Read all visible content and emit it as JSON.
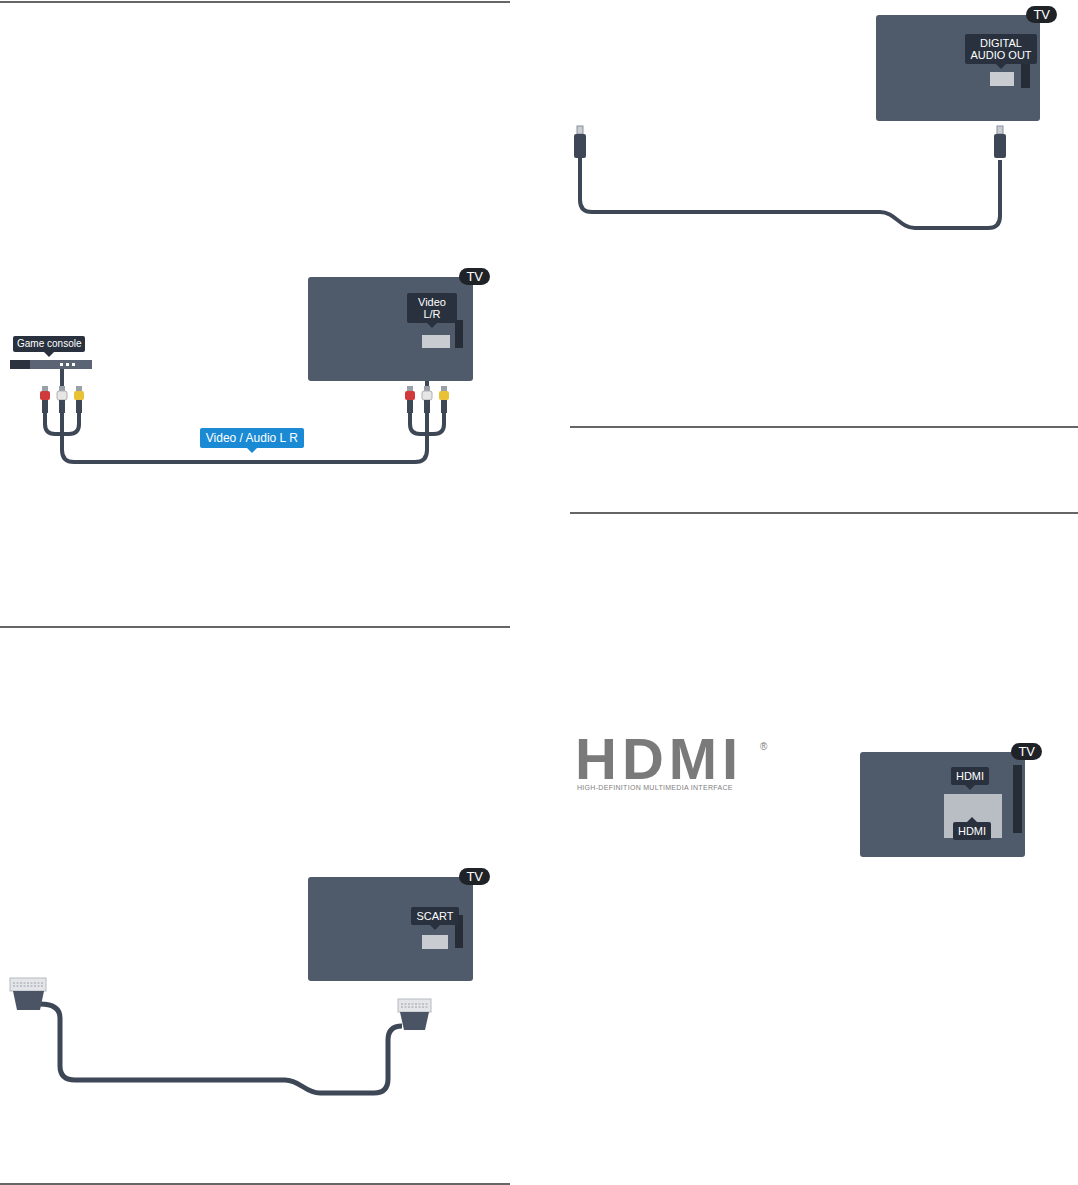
{
  "diagram": {
    "nodes": [
      {
        "text": [
          "Game console"
        ]
      },
      {
        "text": [
          "TV"
        ]
      },
      {
        "text": [
          "Video L/R"
        ],
        "in": 1
      },
      {
        "text": [
          "TV"
        ]
      },
      {
        "text": [
          "SCART"
        ],
        "in": 3
      },
      {
        "text": [
          "TV"
        ]
      },
      {
        "text": [
          "DIGITAL AUDIO OUT"
        ],
        "in": 5
      },
      {
        "text": [
          "TV"
        ]
      },
      {
        "text": [
          "HDMI"
        ],
        "in": 7
      },
      {
        "text": [
          "HDMI"
        ],
        "in": 7
      }
    ],
    "edges": [
      {
        "from": 0,
        "to": 1,
        "arrow": "none",
        "label": "Video / Audio L R"
      }
    ],
    "labels": [
      "HDMI",
      "®",
      "HIGH-DEFINITION MULTIMEDIA INTERFACE"
    ]
  }
}
